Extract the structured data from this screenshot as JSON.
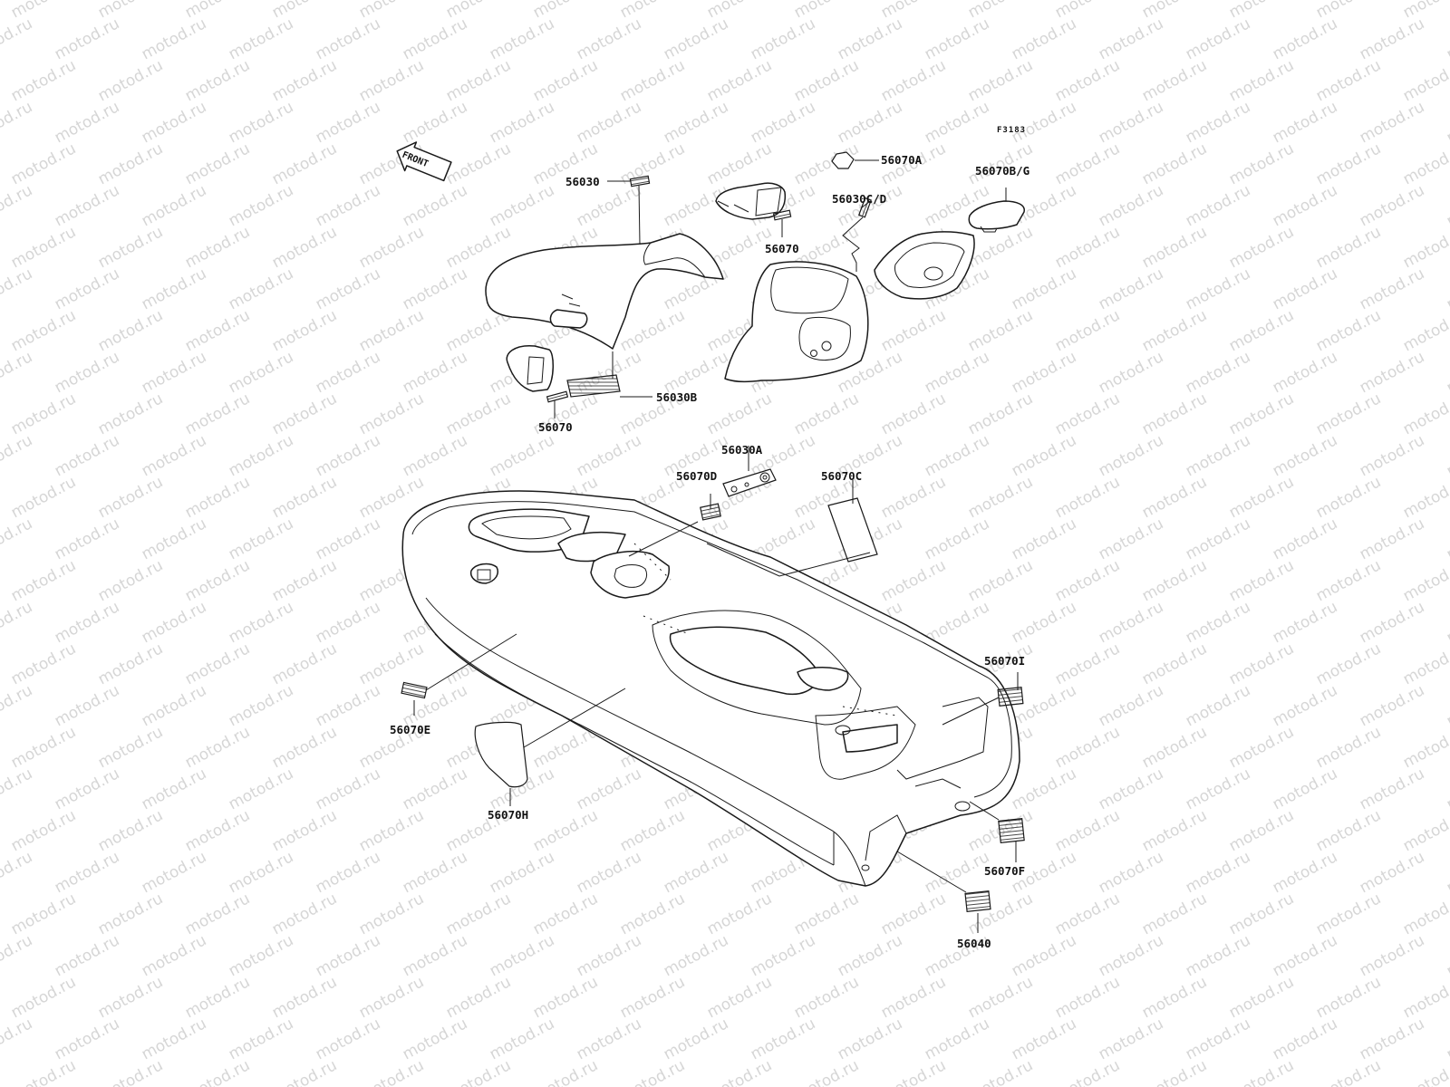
{
  "diagram": {
    "figure_code": "F3183",
    "direction_label": "FRONT",
    "watermark_text": "motod.ru",
    "labels": {
      "p56030": "56030",
      "p56070A": "56070A",
      "p56070BG": "56070B/G",
      "p56030CD": "56030C/D",
      "p56070_upper": "56070",
      "p56030B": "56030B",
      "p56070_lower": "56070",
      "p56030A": "56030A",
      "p56070D": "56070D",
      "p56070C": "56070C",
      "p56070I": "56070I",
      "p56070E": "56070E",
      "p56070H": "56070H",
      "p56070F": "56070F",
      "p56040": "56040"
    }
  }
}
